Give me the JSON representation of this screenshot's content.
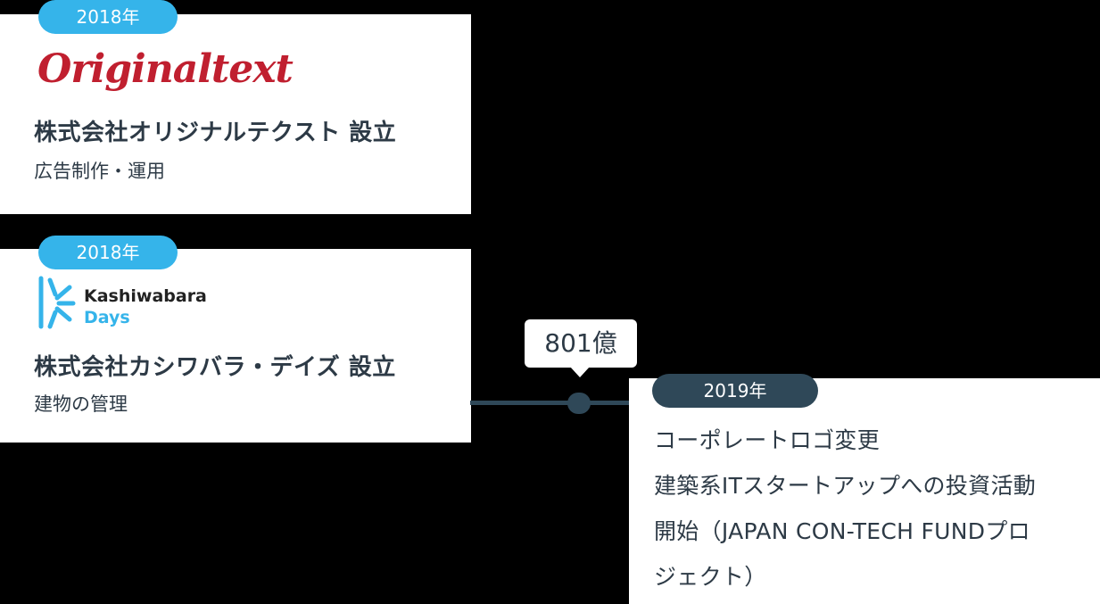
{
  "timeline": {
    "entries": [
      {
        "year": "2018年",
        "logo_text": "Originaltext",
        "title": "株式会社オリジナルテクスト 設立",
        "subtitle": "広告制作・運用"
      },
      {
        "year": "2018年",
        "logo_text_line1": "Kashiwabara",
        "logo_text_line2": "Days",
        "title": "株式会社カシワバラ・デイズ 設立",
        "subtitle": "建物の管理"
      },
      {
        "year": "2019年",
        "lines": [
          "コーポレートロゴ変更",
          "建築系ITスタートアップへの投資活動",
          "開始（JAPAN CON-TECH FUNDプロ",
          "ジェクト）"
        ]
      }
    ],
    "milestone_value": "801億"
  },
  "colors": {
    "badge_blue": "#35b4ea",
    "badge_dark": "#2f4858",
    "logo_red": "#c01f2f",
    "kashiwabara_dark": "#222222",
    "kashiwabara_blue": "#35b4ea",
    "background": "#000000",
    "text": "#2d3a46"
  },
  "icons": [
    "kashiwabara-days-logo-mark"
  ]
}
